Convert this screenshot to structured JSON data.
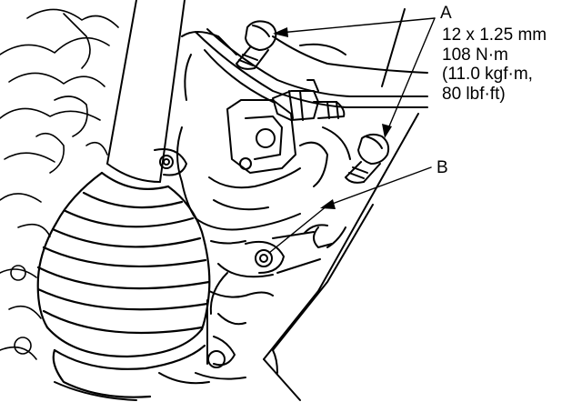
{
  "callouts": {
    "a": {
      "letter": "A",
      "spec_lines": [
        "12 x 1.25 mm",
        "108 N·m",
        "(11.0 kgf·m,",
        "80 lbf·ft)"
      ]
    },
    "b": {
      "letter": "B"
    }
  },
  "colors": {
    "ink": "#000000",
    "paper": "#ffffff"
  }
}
